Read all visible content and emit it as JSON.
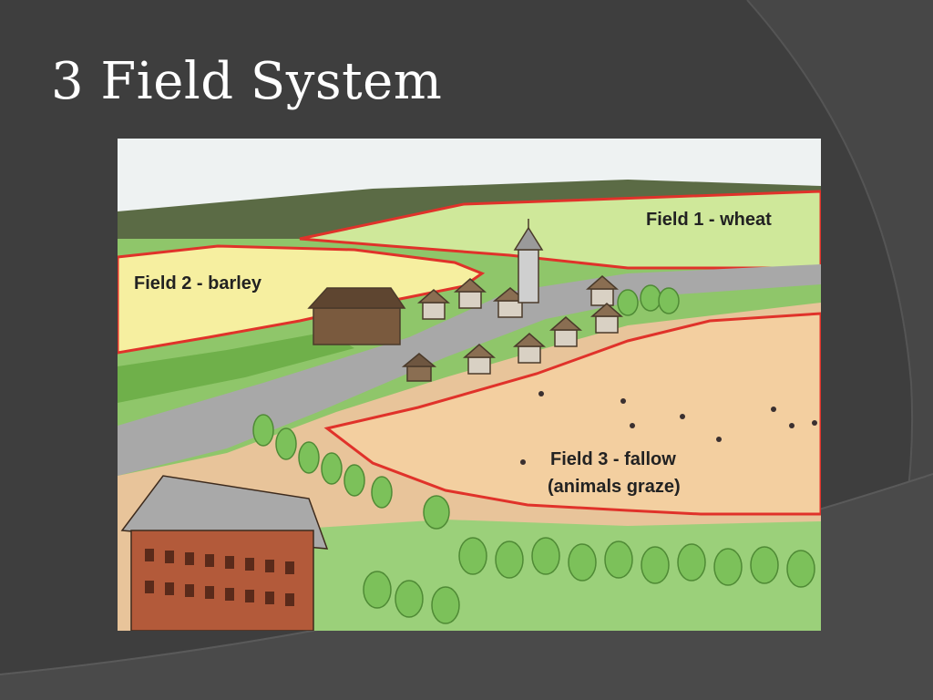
{
  "slide": {
    "title": "3 Field System"
  },
  "illustration": {
    "labels": {
      "field1": "Field 1 - wheat",
      "field2": "Field 2 - barley",
      "field3_line1": "Field 3 - fallow",
      "field3_line2": "(animals graze)"
    }
  },
  "colors": {
    "slide_background": "#3d3d3d",
    "field_border": "#e0322a",
    "wheat_field": "#cfe89a",
    "barley_field": "#f6efa0",
    "fallow_field": "#f3cfa0",
    "road": "#a8a8a8"
  }
}
